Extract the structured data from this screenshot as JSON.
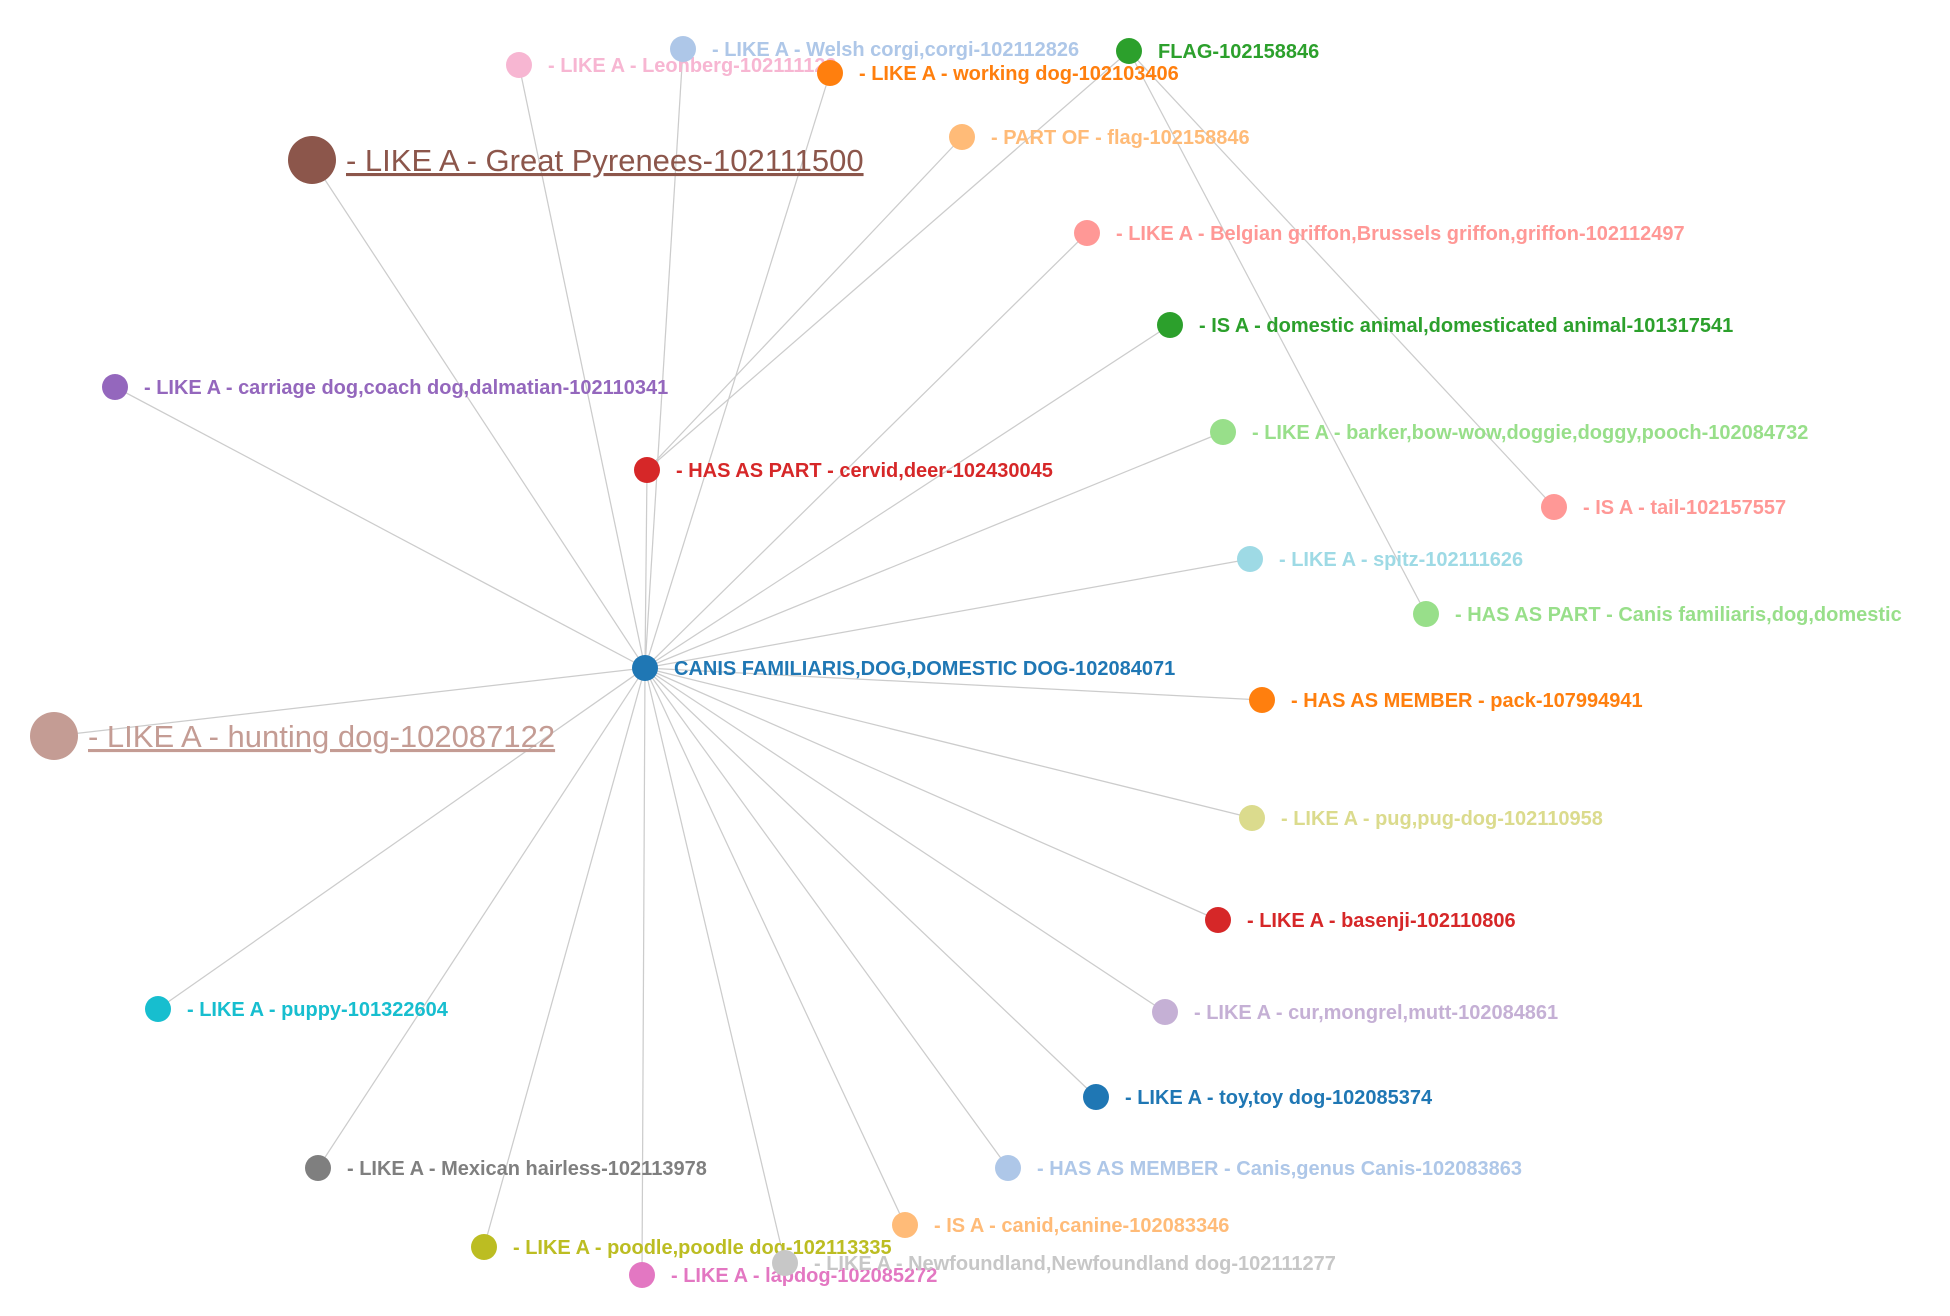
{
  "graph": {
    "center": {
      "id": "n0",
      "label": "CANIS FAMILIARIS,DOG,DOMESTIC DOG-102084071",
      "color": "#1f77b4"
    },
    "nodes": [
      {
        "id": "n1",
        "label": "- LIKE A - Great Pyrenees-102111500",
        "color": "#8c564b",
        "highlight": true
      },
      {
        "id": "n2",
        "label": "- LIKE A - hunting dog-102087122",
        "color": "#c49c94",
        "highlight": true
      },
      {
        "id": "n3",
        "label": "- LIKE A - Leonberg-102111129",
        "color": "#f7b6d2",
        "highlight": false
      },
      {
        "id": "n4",
        "label": "- LIKE A - Welsh corgi,corgi-102112826",
        "color": "#aec7e8",
        "highlight": false
      },
      {
        "id": "n5",
        "label": "- LIKE A - working dog-102103406",
        "color": "#ff7f0e",
        "highlight": false
      },
      {
        "id": "n6",
        "label": "FLAG-102158846",
        "color": "#2ca02c",
        "highlight": false
      },
      {
        "id": "n7",
        "label": "- PART OF - flag-102158846",
        "color": "#ffbb78",
        "highlight": false
      },
      {
        "id": "n8",
        "label": "- LIKE A - Belgian griffon,Brussels griffon,griffon-102112497",
        "color": "#ff9896",
        "highlight": false
      },
      {
        "id": "n9",
        "label": "- IS A - domestic animal,domesticated animal-101317541",
        "color": "#2ca02c",
        "highlight": false
      },
      {
        "id": "n10",
        "label": "- LIKE A - carriage dog,coach dog,dalmatian-102110341",
        "color": "#9467bd",
        "highlight": false
      },
      {
        "id": "n11",
        "label": "- HAS AS PART - cervid,deer-102430045",
        "color": "#d62728",
        "highlight": false
      },
      {
        "id": "n12",
        "label": "- LIKE A - barker,bow-wow,doggie,doggy,pooch-102084732",
        "color": "#98df8a",
        "highlight": false
      },
      {
        "id": "n13",
        "label": "- IS A - tail-102157557",
        "color": "#ff9896",
        "highlight": false
      },
      {
        "id": "n14",
        "label": "- LIKE A - spitz-102111626",
        "color": "#9edae5",
        "highlight": false
      },
      {
        "id": "n15",
        "label": "- HAS AS PART - Canis familiaris,dog,domestic",
        "color": "#98df8a",
        "highlight": false
      },
      {
        "id": "n16",
        "label": "- HAS AS MEMBER - pack-107994941",
        "color": "#ff7f0e",
        "highlight": false
      },
      {
        "id": "n17",
        "label": "- LIKE A - pug,pug-dog-102110958",
        "color": "#dbdb8d",
        "highlight": false
      },
      {
        "id": "n18",
        "label": "- LIKE A - basenji-102110806",
        "color": "#d62728",
        "highlight": false
      },
      {
        "id": "n19",
        "label": "- LIKE A - puppy-101322604",
        "color": "#17becf",
        "highlight": false
      },
      {
        "id": "n20",
        "label": "- LIKE A - cur,mongrel,mutt-102084861",
        "color": "#c5b0d5",
        "highlight": false
      },
      {
        "id": "n21",
        "label": "- LIKE A - toy,toy dog-102085374",
        "color": "#1f77b4",
        "highlight": false
      },
      {
        "id": "n22",
        "label": "- LIKE A - Mexican hairless-102113978",
        "color": "#7f7f7f",
        "highlight": false
      },
      {
        "id": "n23",
        "label": "- HAS AS MEMBER - Canis,genus Canis-102083863",
        "color": "#aec7e8",
        "highlight": false
      },
      {
        "id": "n24",
        "label": "- IS A - canid,canine-102083346",
        "color": "#ffbb78",
        "highlight": false
      },
      {
        "id": "n25",
        "label": "- LIKE A - poodle,poodle dog-102113335",
        "color": "#bcbd22",
        "highlight": false
      },
      {
        "id": "n26",
        "label": "- LIKE A - lapdog-102085272",
        "color": "#e377c2",
        "highlight": false
      },
      {
        "id": "n27",
        "label": "- LIKE A - Newfoundland,Newfoundland dog-102111277",
        "color": "#c7c7c7",
        "highlight": false
      }
    ],
    "links": [
      [
        "n0",
        "n1"
      ],
      [
        "n0",
        "n2"
      ],
      [
        "n0",
        "n3"
      ],
      [
        "n0",
        "n4"
      ],
      [
        "n0",
        "n5"
      ],
      [
        "n0",
        "n8"
      ],
      [
        "n0",
        "n9"
      ],
      [
        "n0",
        "n10"
      ],
      [
        "n0",
        "n12"
      ],
      [
        "n0",
        "n14"
      ],
      [
        "n0",
        "n16"
      ],
      [
        "n0",
        "n17"
      ],
      [
        "n0",
        "n18"
      ],
      [
        "n0",
        "n19"
      ],
      [
        "n0",
        "n20"
      ],
      [
        "n0",
        "n21"
      ],
      [
        "n0",
        "n22"
      ],
      [
        "n0",
        "n23"
      ],
      [
        "n0",
        "n24"
      ],
      [
        "n0",
        "n25"
      ],
      [
        "n0",
        "n26"
      ],
      [
        "n0",
        "n27"
      ],
      [
        "n0",
        "n11"
      ],
      [
        "n11",
        "n6"
      ],
      [
        "n7",
        "n11"
      ],
      [
        "n6",
        "n13"
      ],
      [
        "n6",
        "n15"
      ]
    ]
  }
}
